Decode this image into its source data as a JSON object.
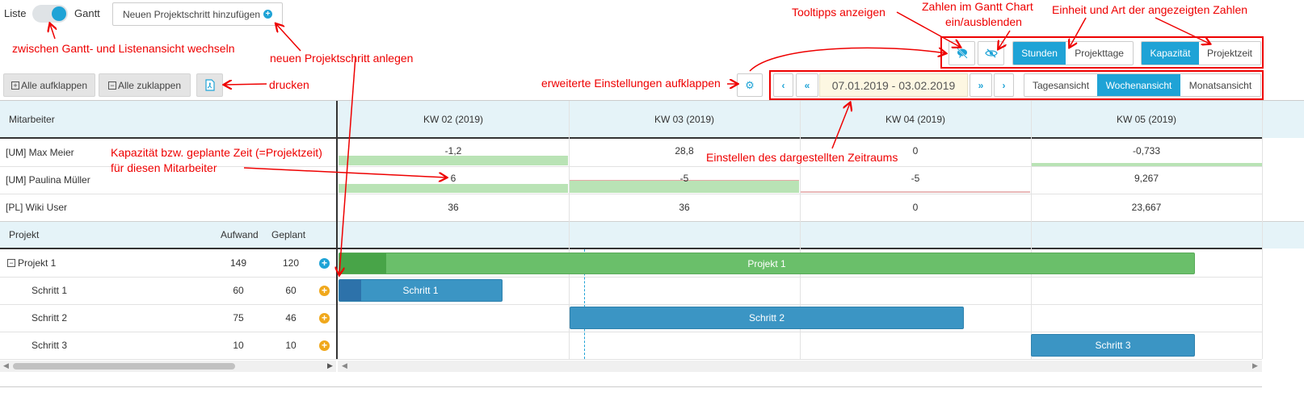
{
  "toolbar": {
    "liste_label": "Liste",
    "gantt_label": "Gantt",
    "add_step_label": "Neuen Projektschritt hinzufügen",
    "expand_all_label": "Alle aufklappen",
    "collapse_all_label": "Alle zuklappen",
    "date_range": "07.01.2019 - 03.02.2019",
    "unit_options": [
      "Stunden",
      "Projekttage"
    ],
    "unit_selected": "Stunden",
    "type_options": [
      "Kapazität",
      "Projektzeit"
    ],
    "type_selected": "Kapazität",
    "view_options": [
      "Tagesansicht",
      "Wochenansicht",
      "Monatsansicht"
    ],
    "view_selected": "Wochenansicht"
  },
  "annotations": {
    "toggle_view": "zwischen Gantt- und Listenansicht wechseln",
    "new_step": "neuen Projektschritt anlegen",
    "print": "drucken",
    "advanced": "erweiterte Einstellungen aufklappen",
    "tooltips": "Tooltipps anzeigen",
    "numbers_line1": "Zahlen im Gantt Chart",
    "numbers_line2": "ein/ausblenden",
    "units": "Einheit und Art der angezeigten Zahlen",
    "period": "Einstellen des dargestellten Zeitraums",
    "capacity_line1": "Kapazität bzw. geplante Zeit (=Projektzeit)",
    "capacity_line2": "für diesen Mitarbeiter"
  },
  "employees": {
    "header": "Mitarbeiter",
    "weeks": [
      "KW 02 (2019)",
      "KW 03 (2019)",
      "KW 04 (2019)",
      "KW 05 (2019)"
    ],
    "rows": [
      {
        "name": "[UM] Max Meier",
        "values": [
          "-1,2",
          "28,8",
          "0",
          "-0,733"
        ]
      },
      {
        "name": "[UM] Paulina Müller",
        "values": [
          "6",
          "-5",
          "-5",
          "9,267"
        ]
      },
      {
        "name": "[PL] Wiki User",
        "values": [
          "36",
          "36",
          "0",
          "23,667"
        ]
      }
    ]
  },
  "projects": {
    "header_project": "Projekt",
    "header_effort": "Aufwand",
    "header_planned": "Geplant",
    "rows": [
      {
        "name": "Projekt 1",
        "effort": "149",
        "planned": "120",
        "bar_label": "Projekt 1"
      },
      {
        "name": "Schritt 1",
        "effort": "60",
        "planned": "60",
        "bar_label": "Schritt 1"
      },
      {
        "name": "Schritt 2",
        "effort": "75",
        "planned": "46",
        "bar_label": "Schritt 2"
      },
      {
        "name": "Schritt 3",
        "effort": "10",
        "planned": "10",
        "bar_label": "Schritt 3"
      }
    ]
  },
  "colors": {
    "accent": "#1fa3d6",
    "project_bar": "#6abf6a",
    "step_bar": "#3b95c4",
    "header_bg": "#e5f3f8",
    "annotation": "#e00000"
  }
}
